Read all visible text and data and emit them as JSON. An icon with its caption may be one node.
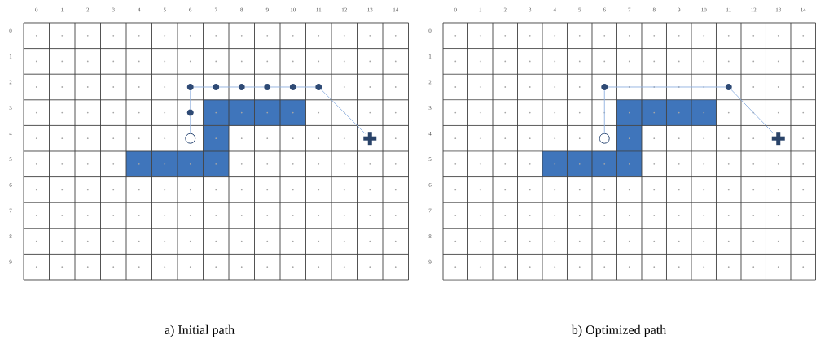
{
  "diagram": {
    "nodes": [
      {
        "text": [],
        "shape": "circle"
      },
      {
        "text": [],
        "shape": "dot"
      },
      {
        "text": [],
        "shape": "dot"
      },
      {
        "text": [],
        "shape": "dot"
      },
      {
        "text": [],
        "shape": "dot"
      },
      {
        "text": [],
        "shape": "dot"
      },
      {
        "text": [],
        "shape": "dot"
      },
      {
        "text": [],
        "shape": "dot"
      },
      {
        "text": [],
        "shape": "cross"
      },
      {
        "text": [],
        "shape": "circle"
      },
      {
        "text": [],
        "shape": "dot"
      },
      {
        "text": [],
        "shape": "dot"
      },
      {
        "text": [],
        "shape": "cross"
      }
    ],
    "edges": [
      {
        "from": 0,
        "to": 1,
        "arrow": "none"
      },
      {
        "from": 1,
        "to": 2,
        "arrow": "none"
      },
      {
        "from": 2,
        "to": 3,
        "arrow": "none"
      },
      {
        "from": 3,
        "to": 4,
        "arrow": "none"
      },
      {
        "from": 4,
        "to": 5,
        "arrow": "none"
      },
      {
        "from": 5,
        "to": 6,
        "arrow": "none"
      },
      {
        "from": 6,
        "to": 7,
        "arrow": "none"
      },
      {
        "from": 7,
        "to": 8,
        "arrow": "none"
      },
      {
        "from": 9,
        "to": 10,
        "arrow": "none"
      },
      {
        "from": 10,
        "to": 11,
        "arrow": "none"
      },
      {
        "from": 11,
        "to": 12,
        "arrow": "none"
      }
    ],
    "labels": [
      "0",
      "1",
      "2",
      "3",
      "4",
      "5",
      "6",
      "7",
      "8",
      "9",
      "10",
      "11",
      "12",
      "13",
      "14",
      "0",
      "1",
      "2",
      "3",
      "4",
      "5",
      "6",
      "7",
      "8",
      "9",
      "0",
      "1",
      "2",
      "3",
      "4",
      "5",
      "6",
      "7",
      "8",
      "9",
      "10",
      "11",
      "12",
      "13",
      "14",
      "0",
      "1",
      "2",
      "3",
      "4",
      "5",
      "6",
      "7",
      "8",
      "9",
      "a) Initial path",
      "b) Optimized path"
    ]
  }
}
